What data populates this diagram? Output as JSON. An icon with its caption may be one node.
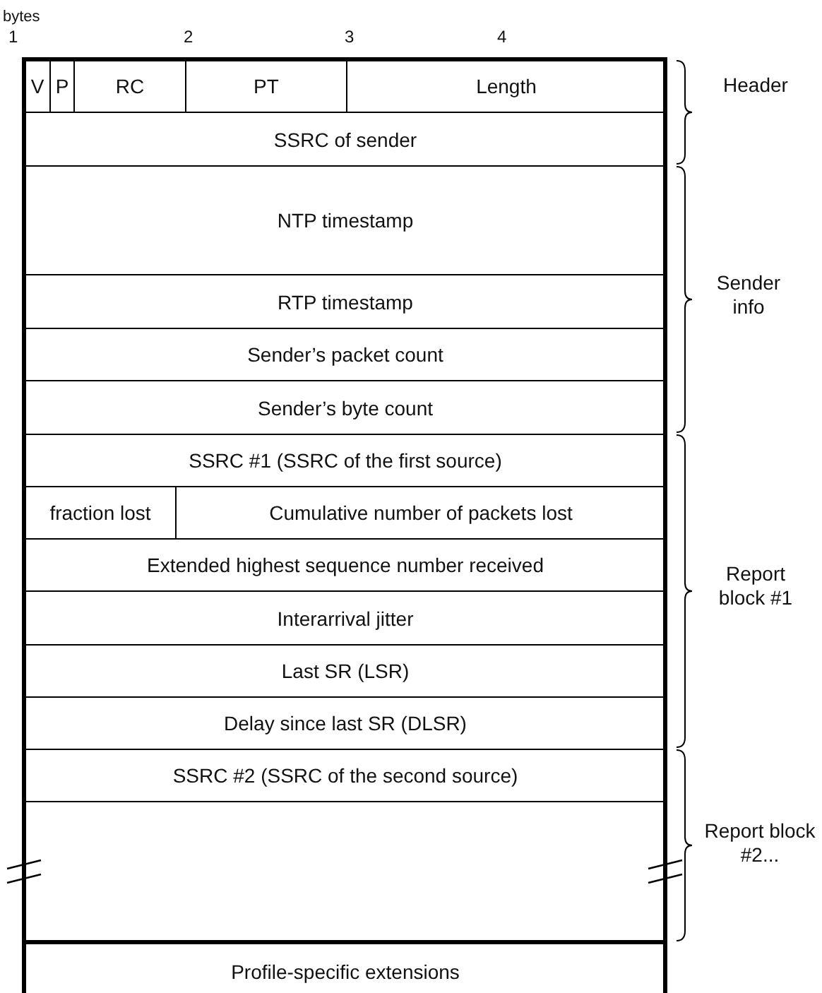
{
  "diagram": {
    "nodes": [
      {
        "text": [
          "V"
        ]
      },
      {
        "text": [
          "P"
        ]
      },
      {
        "text": [
          "RC"
        ]
      },
      {
        "text": [
          "PT"
        ]
      },
      {
        "text": [
          "Length"
        ]
      },
      {
        "text": [
          "SSRC of sender"
        ]
      },
      {
        "text": [
          "NTP timestamp"
        ]
      },
      {
        "text": [
          "RTP timestamp"
        ]
      },
      {
        "text": [
          "Sender’s packet count"
        ]
      },
      {
        "text": [
          "Sender’s byte count"
        ]
      },
      {
        "text": [
          "SSRC #1 (SSRC of the first source)"
        ]
      },
      {
        "text": [
          "fraction lost"
        ]
      },
      {
        "text": [
          "Cumulative number of packets lost"
        ]
      },
      {
        "text": [
          "Extended highest sequence number received"
        ]
      },
      {
        "text": [
          "Interarrival jitter"
        ]
      },
      {
        "text": [
          "Last SR (LSR)"
        ]
      },
      {
        "text": [
          "Delay since last SR (DLSR)"
        ]
      },
      {
        "text": [
          "SSRC #2 (SSRC of the second source)"
        ]
      },
      {
        "text": [],
        "shape": "box"
      },
      {
        "text": [
          "Profile-specific extensions"
        ]
      }
    ],
    "labels": [
      "bytes",
      "1",
      "2",
      "3",
      "4",
      "Header",
      "Sender info",
      "Report block #1",
      "Report block #2..."
    ]
  }
}
